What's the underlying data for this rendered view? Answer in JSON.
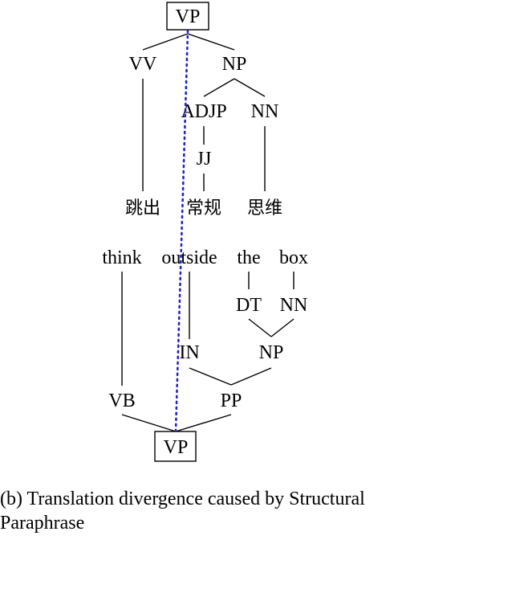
{
  "caption": "(b) Translation divergence caused by Structural Paraphrase",
  "colors": {
    "alignment_line": "#1f1fd6",
    "ink": "#000000"
  },
  "source_tree": {
    "root": "VP",
    "nodes": {
      "vv": "VV",
      "np": "NP",
      "adjp": "ADJP",
      "nn": "NN",
      "jj": "JJ"
    },
    "words": [
      "跳出",
      "常规",
      "思维"
    ]
  },
  "target_tree": {
    "words": [
      "think",
      "outside",
      "the",
      "box"
    ],
    "nodes": {
      "dt": "DT",
      "nn": "NN",
      "in": "IN",
      "np": "NP",
      "vb": "VB",
      "pp": "PP"
    },
    "root": "VP"
  }
}
